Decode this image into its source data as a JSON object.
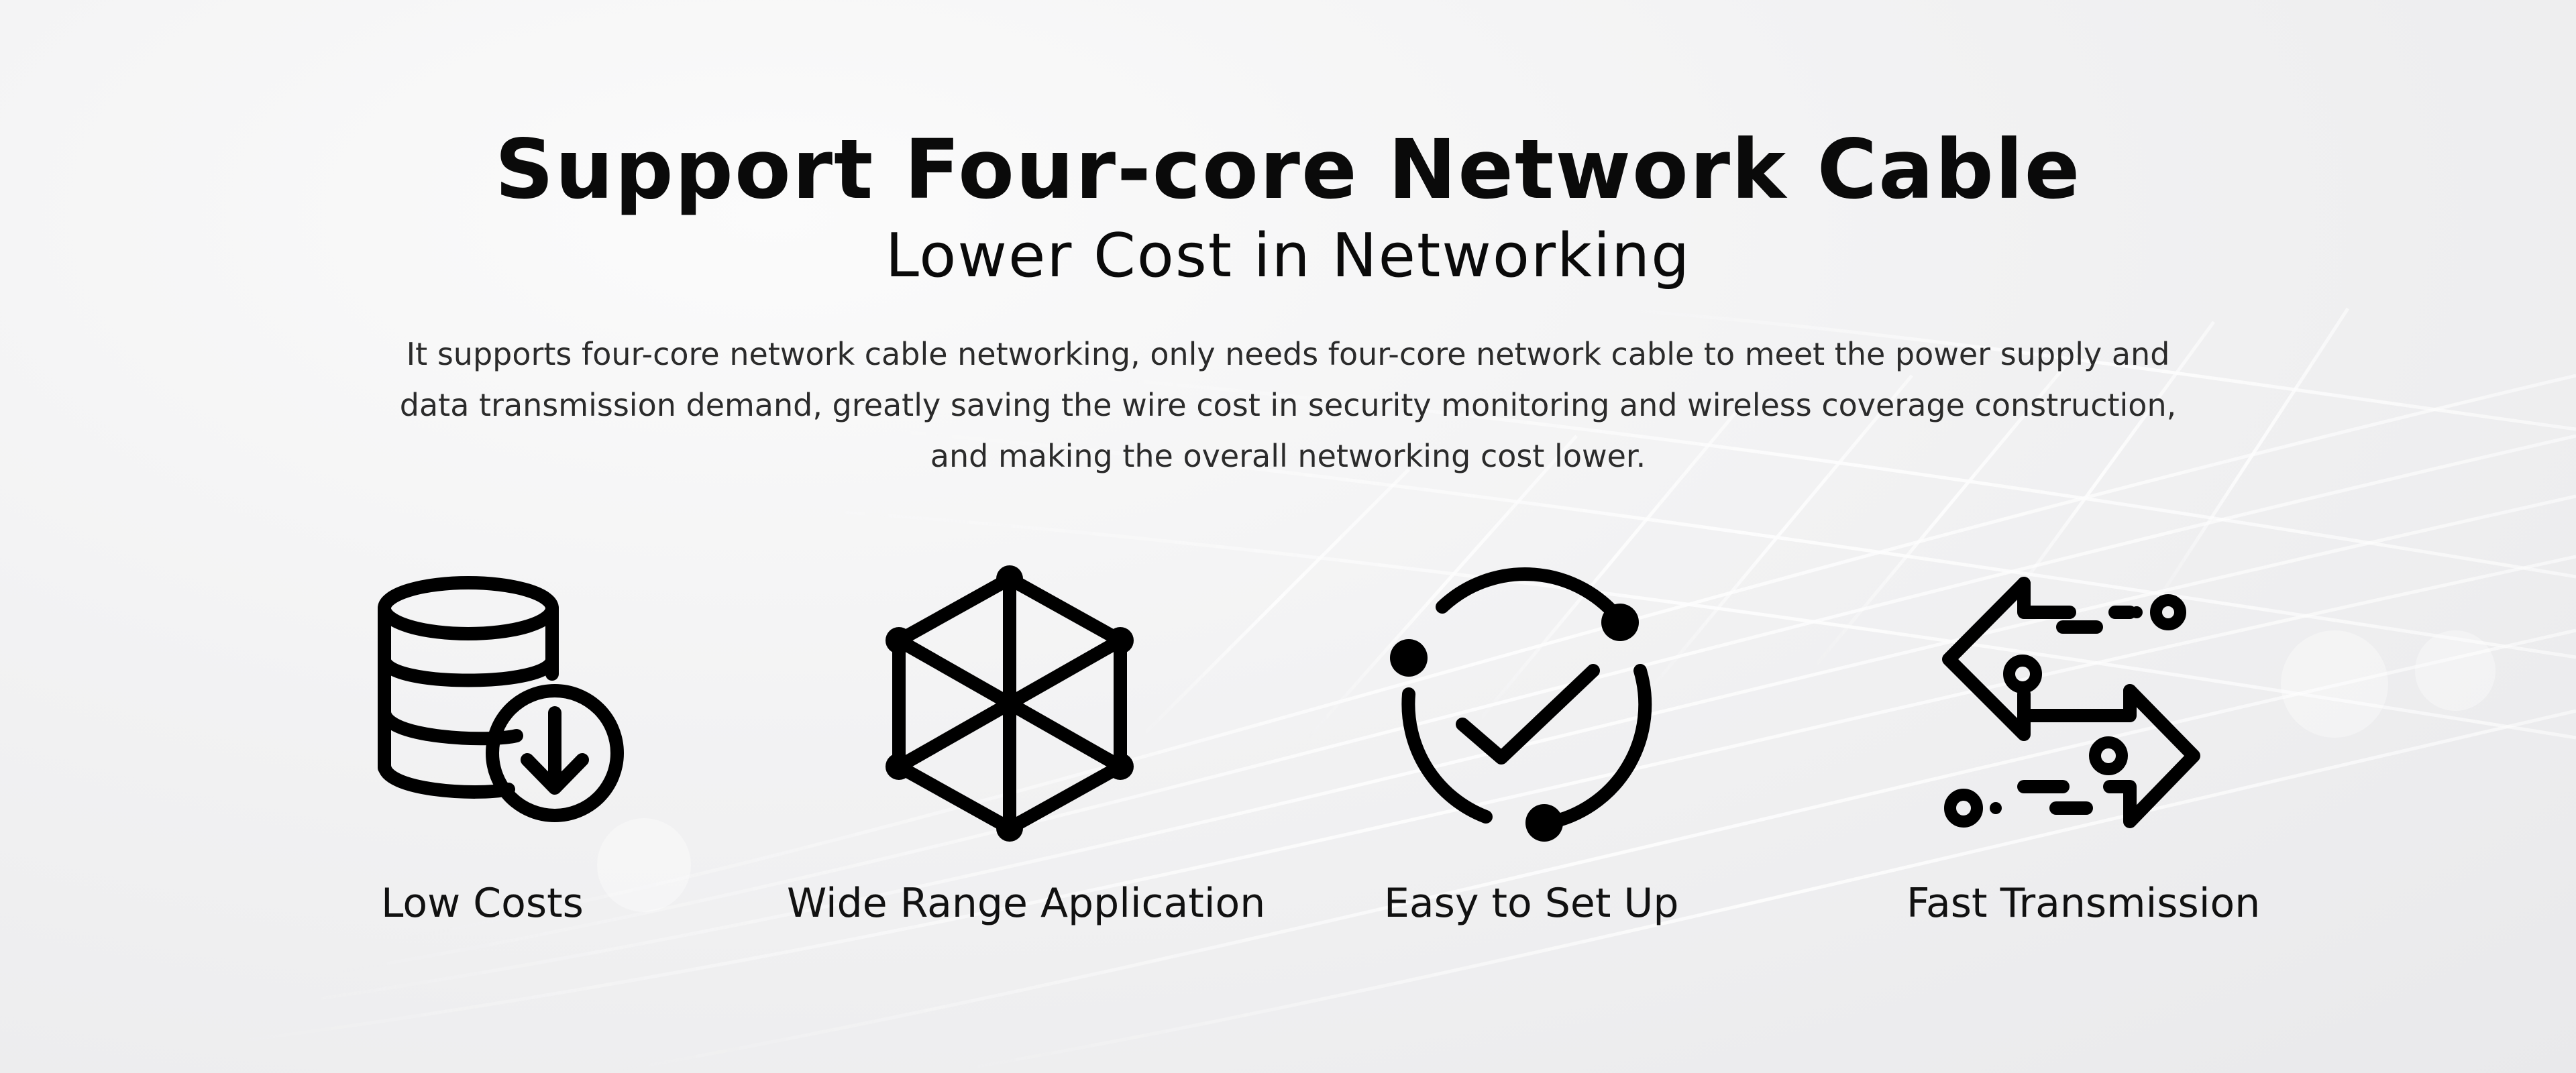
{
  "headline": "Support Four-core Network Cable",
  "subheadline": "Lower Cost in Networking",
  "description": "It supports four-core network cable networking, only needs four-core network cable to meet the power supply and data transmission demand, greatly saving the wire cost in security monitoring and wireless coverage construction, and making the overall networking cost lower.",
  "features": [
    {
      "label": "Low Costs",
      "icon": "database-download-icon"
    },
    {
      "label": "Wide Range Application",
      "icon": "hexagon-network-icon"
    },
    {
      "label": "Easy to Set Up",
      "icon": "check-circle-icon"
    },
    {
      "label": "Fast Transmission",
      "icon": "arrows-exchange-icon"
    }
  ],
  "colors": {
    "background": "#f1f1f2",
    "text": "#0a0a0a",
    "icon": "#000000"
  }
}
